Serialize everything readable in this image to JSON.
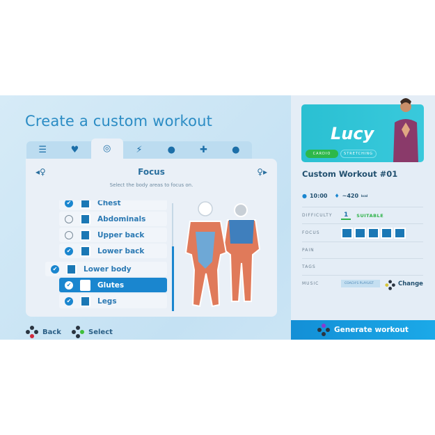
{
  "title": "Create a custom workout",
  "tabs": [
    {
      "icon": "sliders-icon",
      "glyph": "☰"
    },
    {
      "icon": "heart-pulse-icon",
      "glyph": "♥"
    },
    {
      "icon": "target-icon",
      "glyph": "◎",
      "active": true
    },
    {
      "icon": "bolt-icon",
      "glyph": "⚡"
    },
    {
      "icon": "clock-icon",
      "glyph": "●"
    },
    {
      "icon": "bandage-icon",
      "glyph": "✚"
    },
    {
      "icon": "person-icon",
      "glyph": "●"
    }
  ],
  "focus": {
    "title": "Focus",
    "subtitle": "Select the body areas to focus on.",
    "items": [
      {
        "label": "Chest",
        "checked": true
      },
      {
        "label": "Abdominals",
        "checked": false
      },
      {
        "label": "Upper back",
        "checked": false
      },
      {
        "label": "Lower back",
        "checked": true
      },
      {
        "label": "Lower body",
        "checked": true
      },
      {
        "label": "Glutes",
        "checked": true,
        "selected": true
      },
      {
        "label": "Legs",
        "checked": true
      }
    ]
  },
  "hints": {
    "back": "Back",
    "select": "Select"
  },
  "summary": {
    "trainer": "Lucy",
    "tags": [
      "CARDIO",
      "STRETCHING"
    ],
    "name": "Custom Workout #01",
    "duration": "10:00",
    "calories": "~420",
    "cal_unit": "kcal",
    "difficulty_label": "DIFFICULTY",
    "difficulty": "1",
    "difficulty_status": "SUITABLE",
    "focus_label": "FOCUS",
    "pain_label": "PAIN",
    "tags_label": "TAGS",
    "music_label": "MUSIC",
    "music_value": "COACH'S PLAYLIST",
    "change": "Change",
    "generate": "Generate workout"
  },
  "colors": {
    "accent": "#1a86cf",
    "suitable": "#2fb34a",
    "banner": "#2ac0d2"
  }
}
